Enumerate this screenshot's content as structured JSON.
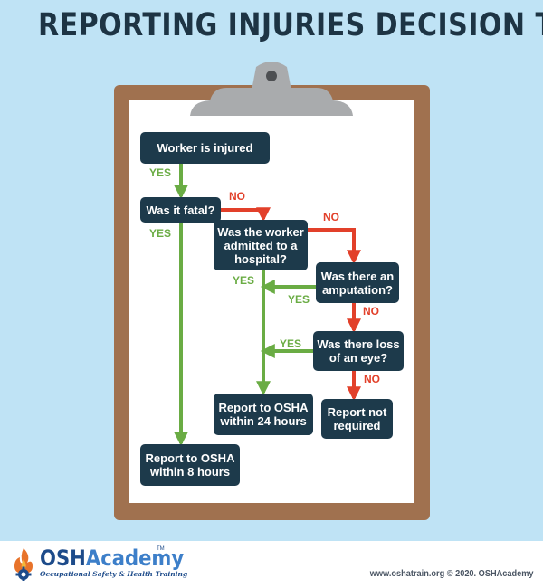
{
  "title": "REPORTING INJURIES DECISION TREE",
  "nodes": {
    "injured": "Worker is injured",
    "fatal": "Was it fatal?",
    "hospital": "Was the worker admitted to a hospital?",
    "amputation": "Was there an amputation?",
    "eye": "Was there loss of an eye?",
    "report24": "Report to OSHA within 24 hours",
    "notRequired": "Report not required",
    "report8": "Report to OSHA within 8 hours"
  },
  "labels": {
    "yes": "YES",
    "no": "NO"
  },
  "colors": {
    "yes": "#6aac44",
    "no": "#e2402a",
    "node": "#1d3a4b",
    "background": "#bfe3f5",
    "board": "#a0714f"
  },
  "footer": {
    "logo_prefix": "OSH",
    "logo_suffix": "Academy",
    "logo_tm": "TM",
    "tagline": "Occupational Safety & Health Training",
    "credit": "www.oshatrain.org © 2020. OSHAcademy"
  },
  "icons": {
    "logo": "flame-gear-icon",
    "clip": "clipboard-clip-icon"
  }
}
